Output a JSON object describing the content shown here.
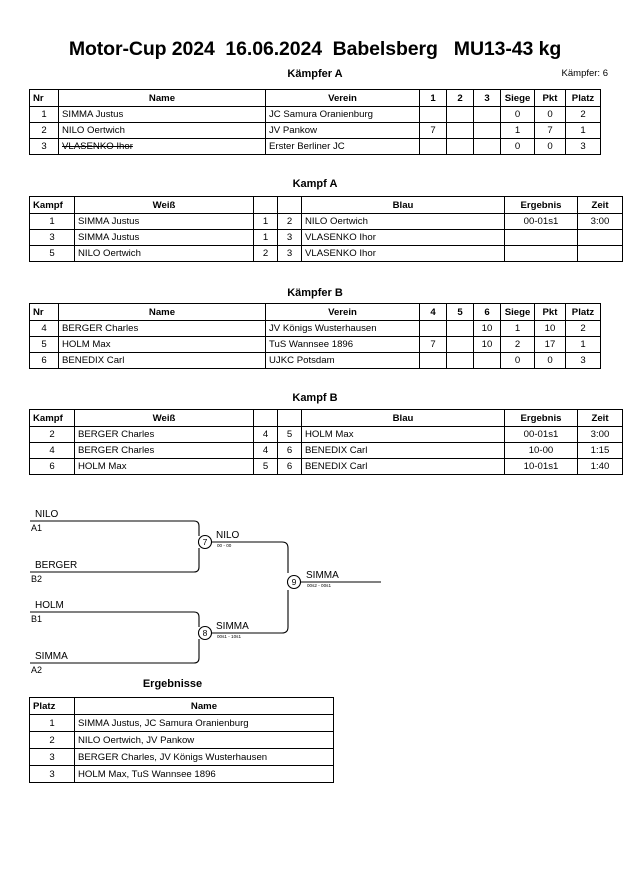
{
  "header": {
    "title": "Motor-Cup 2024  16.06.2024  Babelsberg   MU13-43 kg",
    "fighters_count": "Kämpfer: 6"
  },
  "pool_a": {
    "caption": "Kämpfer A",
    "columns": [
      "Nr",
      "Name",
      "Verein",
      "1",
      "2",
      "3",
      "Siege",
      "Pkt",
      "Platz"
    ],
    "rows": [
      {
        "nr": "1",
        "name": "SIMMA Justus",
        "verein": "JC Samura Oranienburg",
        "m1": "",
        "m2": "",
        "m3": "",
        "siege": "0",
        "pkt": "0",
        "platz": "2",
        "struck": false
      },
      {
        "nr": "2",
        "name": "NILO Oertwich",
        "verein": "JV Pankow",
        "m1": "7",
        "m2": "",
        "m3": "",
        "siege": "1",
        "pkt": "7",
        "platz": "1",
        "struck": false
      },
      {
        "nr": "3",
        "name": "VLASENKO Ihor",
        "verein": "Erster Berliner JC",
        "m1": "",
        "m2": "",
        "m3": "",
        "siege": "0",
        "pkt": "0",
        "platz": "3",
        "struck": true
      }
    ]
  },
  "match_a": {
    "caption": "Kampf A",
    "columns": [
      "Kampf",
      "Weiß",
      "",
      "",
      "Blau",
      "Ergebnis",
      "Zeit"
    ],
    "rows": [
      {
        "kampf": "1",
        "weiss": "SIMMA Justus",
        "wn": "1",
        "bn": "2",
        "blau": "NILO Oertwich",
        "ergebnis": "00-01s1",
        "zeit": "3:00"
      },
      {
        "kampf": "3",
        "weiss": "SIMMA Justus",
        "wn": "1",
        "bn": "3",
        "blau": "VLASENKO Ihor",
        "ergebnis": "",
        "zeit": ""
      },
      {
        "kampf": "5",
        "weiss": "NILO Oertwich",
        "wn": "2",
        "bn": "3",
        "blau": "VLASENKO Ihor",
        "ergebnis": "",
        "zeit": ""
      }
    ]
  },
  "pool_b": {
    "caption": "Kämpfer B",
    "columns": [
      "Nr",
      "Name",
      "Verein",
      "4",
      "5",
      "6",
      "Siege",
      "Pkt",
      "Platz"
    ],
    "rows": [
      {
        "nr": "4",
        "name": "BERGER Charles",
        "verein": "JV Königs Wusterhausen",
        "m1": "",
        "m2": "",
        "m3": "10",
        "siege": "1",
        "pkt": "10",
        "platz": "2",
        "struck": false
      },
      {
        "nr": "5",
        "name": "HOLM Max",
        "verein": "TuS Wannsee 1896",
        "m1": "7",
        "m2": "",
        "m3": "10",
        "siege": "2",
        "pkt": "17",
        "platz": "1",
        "struck": false
      },
      {
        "nr": "6",
        "name": "BENEDIX Carl",
        "verein": "UJKC Potsdam",
        "m1": "",
        "m2": "",
        "m3": "",
        "siege": "0",
        "pkt": "0",
        "platz": "3",
        "struck": false
      }
    ]
  },
  "match_b": {
    "caption": "Kampf B",
    "columns": [
      "Kampf",
      "Weiß",
      "",
      "",
      "Blau",
      "Ergebnis",
      "Zeit"
    ],
    "rows": [
      {
        "kampf": "2",
        "weiss": "BERGER Charles",
        "wn": "4",
        "bn": "5",
        "blau": "HOLM Max",
        "ergebnis": "00-01s1",
        "zeit": "3:00"
      },
      {
        "kampf": "4",
        "weiss": "BERGER Charles",
        "wn": "4",
        "bn": "6",
        "blau": "BENEDIX Carl",
        "ergebnis": "10-00",
        "zeit": "1:15"
      },
      {
        "kampf": "6",
        "weiss": "HOLM Max",
        "wn": "5",
        "bn": "6",
        "blau": "BENEDIX Carl",
        "ergebnis": "10-01s1",
        "zeit": "1:40"
      }
    ]
  },
  "bracket": {
    "entries": [
      {
        "name": "NILO",
        "seed": "A1"
      },
      {
        "name": "BERGER",
        "seed": "B2"
      },
      {
        "name": "HOLM",
        "seed": "B1"
      },
      {
        "name": "SIMMA",
        "seed": "A2"
      }
    ],
    "nodes": [
      {
        "number": "7",
        "winner": "NILO",
        "score": "00 - 00"
      },
      {
        "number": "8",
        "winner": "SIMMA",
        "score": "00s1 - 10s1"
      },
      {
        "number": "9",
        "winner": "SIMMA",
        "score": "00s2 - 00s1"
      }
    ]
  },
  "results": {
    "caption": "Ergebnisse",
    "columns": [
      "Platz",
      "Name"
    ],
    "rows": [
      {
        "platz": "1",
        "name": "SIMMA Justus, JC Samura Oranienburg"
      },
      {
        "platz": "2",
        "name": "NILO Oertwich, JV Pankow"
      },
      {
        "platz": "3",
        "name": "BERGER Charles, JV Königs Wusterhausen"
      },
      {
        "platz": "3",
        "name": "HOLM Max, TuS Wannsee 1896"
      }
    ]
  }
}
